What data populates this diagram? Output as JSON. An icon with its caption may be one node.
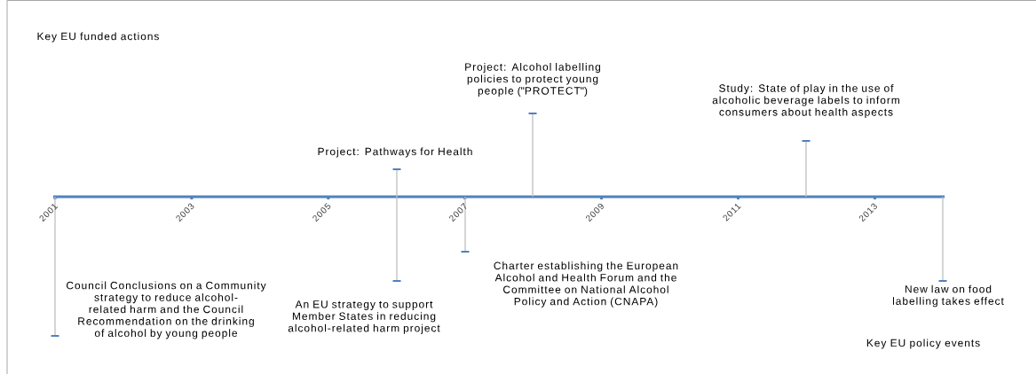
{
  "diagram": {
    "nodes": [
      {
        "text": [
          "Council Conclusions on a Community strategy to reduce alcohol-related harm and the Council Recommendation on the drinking of alcohol by young people"
        ]
      },
      {
        "text": [
          "Project: Pathways for Health"
        ]
      },
      {
        "text": [
          "An EU strategy to support Member States in reducing alcohol-related harm project"
        ]
      },
      {
        "text": [
          "Charter establishing the European Alcohol and Health Forum and the Committee on National Alcohol Policy and Action (CNAPA)"
        ]
      },
      {
        "text": [
          "Project: Alcohol labelling policies to protect young people (\"PROTECT\")"
        ]
      },
      {
        "text": [
          "Study: State of play in the use of alcoholic beverage labels to inform consumers about health aspects"
        ]
      },
      {
        "text": [
          "New law on food labelling takes effect"
        ]
      }
    ],
    "labels": [
      "Key EU funded actions",
      "2001",
      "2003",
      "2005",
      "2007",
      "2009",
      "2011",
      "2013",
      "Key EU policy events"
    ]
  }
}
